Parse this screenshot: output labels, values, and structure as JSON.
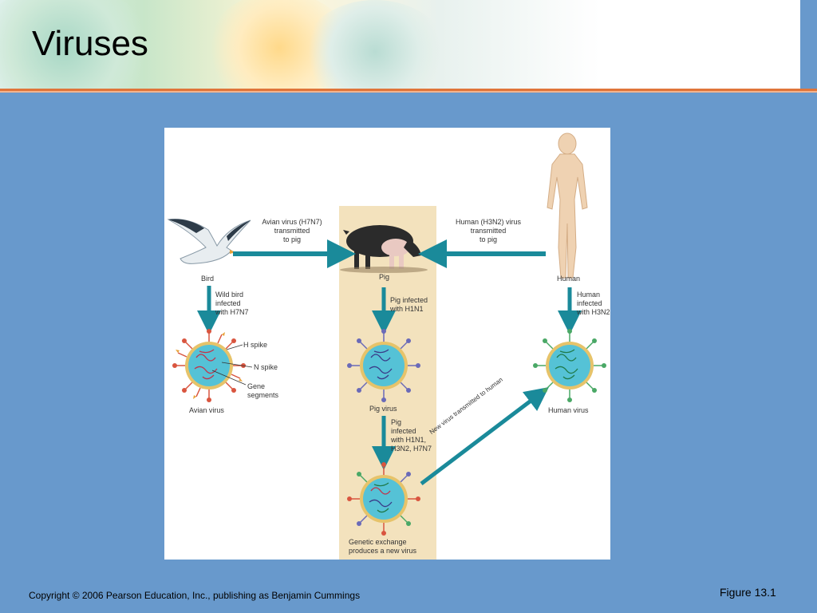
{
  "slide": {
    "title": "Viruses",
    "copyright": "Copyright © 2006 Pearson Education, Inc., publishing as Benjamin Cummings",
    "figure_number": "Figure 13.1"
  },
  "diagram": {
    "avian_transmit": [
      "Avian virus (H7N7)",
      "transmitted",
      "to pig"
    ],
    "human_transmit": [
      "Human (H3N2) virus",
      "transmitted",
      "to pig"
    ],
    "bird_label": "Bird",
    "pig_label": "Pig",
    "human_label": "Human",
    "wild_bird": [
      "Wild bird",
      "infected",
      "with H7N7"
    ],
    "pig_infected_1": [
      "Pig infected",
      "with H1N1"
    ],
    "human_infected": [
      "Human",
      "infected",
      "with H3N2"
    ],
    "h_spike": "H spike",
    "n_spike": "N spike",
    "gene_segments": [
      "Gene",
      "segments"
    ],
    "avian_virus": "Avian virus",
    "pig_virus": "Pig virus",
    "human_virus": "Human virus",
    "pig_infected_2": [
      "Pig",
      "infected",
      "with H1N1,",
      "H3N2, H7N7"
    ],
    "new_virus_transmitted": "New virus transmitted to human",
    "genetic_exchange": [
      "Genetic exchange",
      "produces a new virus"
    ]
  },
  "colors": {
    "arrow": "#1a8a9a",
    "pig_band": "#f3e2bd",
    "virus_core": "#55c2d6",
    "virus_envelope": "#e6c36a"
  }
}
